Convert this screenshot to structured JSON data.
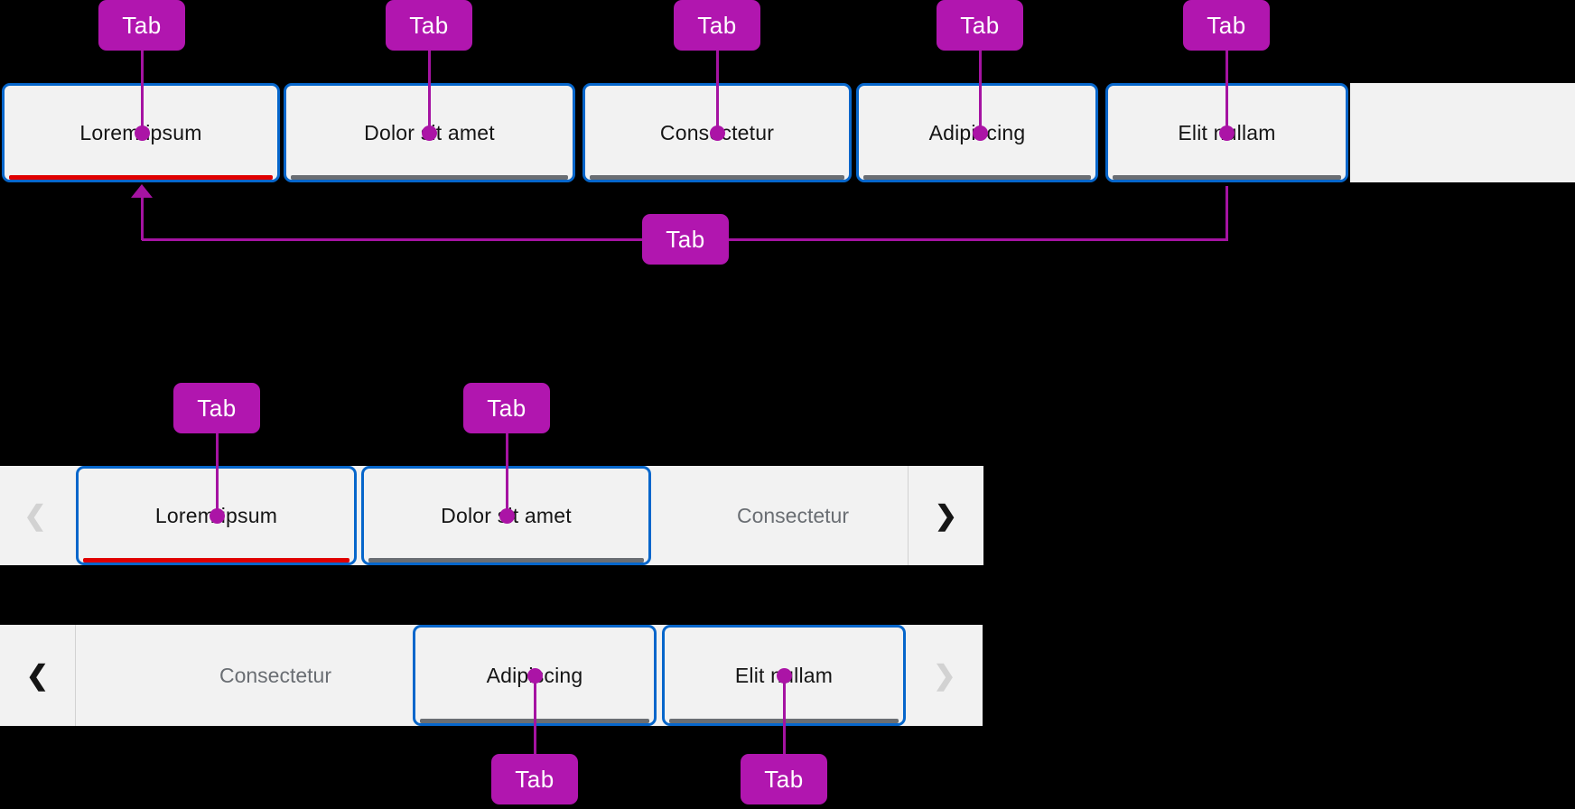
{
  "annotation": {
    "label": "Tab"
  },
  "icons": {
    "chevron_left": "❮",
    "chevron_right": "❯"
  },
  "colors": {
    "background": "#000000",
    "bar_bg": "#f2f2f2",
    "tab_border_blue": "#0666cb",
    "active_underline_red": "#e00000",
    "inactive_underline_gray": "#6a6e73",
    "label_dark": "#151515",
    "label_gray": "#6a6e73",
    "chevron_disabled": "#d2d2d2",
    "annotation_magenta": "#b116af"
  },
  "top_tab_bar": {
    "tabs": [
      {
        "label": "Lorem ipsum",
        "active": true
      },
      {
        "label": "Dolor sit amet",
        "active": false
      },
      {
        "label": "Consectetur",
        "active": false
      },
      {
        "label": "Adipiscing",
        "active": false
      },
      {
        "label": "Elit nullam",
        "active": false
      }
    ]
  },
  "scrollable_tab_bar_start": {
    "left_scroll_disabled": true,
    "right_scroll_disabled": false,
    "tabs": [
      {
        "label": "Lorem ipsum",
        "active": true
      },
      {
        "label": "Dolor sit amet",
        "active": false
      }
    ],
    "overflow_tab": "Consectetur"
  },
  "scrollable_tab_bar_end": {
    "left_scroll_disabled": false,
    "right_scroll_disabled": true,
    "overflow_tab": "Consectetur",
    "tabs": [
      {
        "label": "Adipiscing",
        "active": false
      },
      {
        "label": "Elit nullam",
        "active": false
      }
    ]
  }
}
